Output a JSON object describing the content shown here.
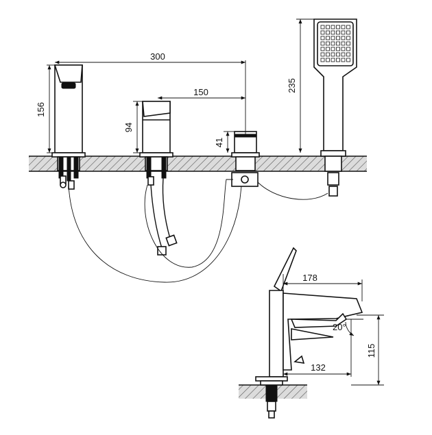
{
  "dimensions": {
    "overall_span": "300",
    "spout_distance": "150",
    "spout_height": "156",
    "valve_height": "94",
    "diverter_height": "41",
    "handshower_height": "235",
    "side_reach_top": "178",
    "side_reach_base": "132",
    "side_height": "115",
    "side_angle": "20°"
  },
  "colors": {
    "line": "#111111",
    "background": "#ffffff",
    "hatch_fill": "#dcdcdc"
  }
}
